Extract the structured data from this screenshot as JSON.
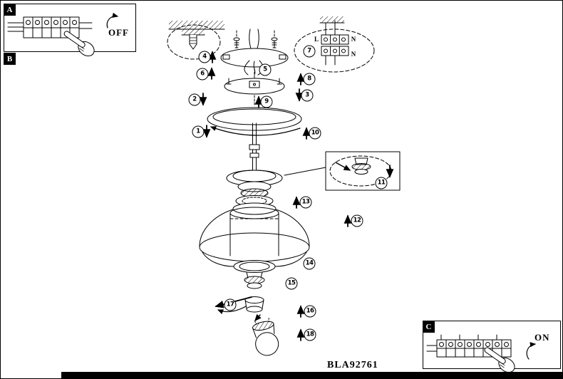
{
  "model_number": "BLA92761",
  "sections": {
    "a": {
      "label": "A",
      "switch_state": "OFF"
    },
    "b": {
      "label": "B"
    },
    "c": {
      "label": "C",
      "switch_state": "ON"
    }
  },
  "terminal_labels": {
    "l_top": "L",
    "n_top": "N",
    "n_bottom": "N"
  },
  "steps": [
    "1",
    "2",
    "3",
    "4",
    "5",
    "6",
    "7",
    "8",
    "9",
    "10",
    "11",
    "12",
    "13",
    "14",
    "15",
    "16",
    "17",
    "18"
  ]
}
